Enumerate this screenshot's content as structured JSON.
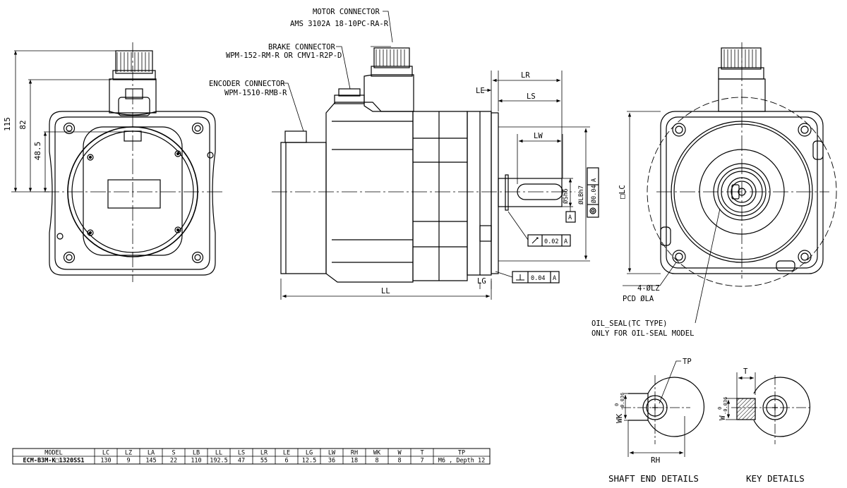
{
  "colors": {
    "line": "#000000",
    "background": "#ffffff"
  },
  "callouts": {
    "motor_connector": [
      "MOTOR CONNECTOR",
      "AMS 3102A 18-10PC-RA-R"
    ],
    "brake_connector": [
      "BRAKE CONNECTOR",
      "WPM-152-RM-R OR CMV1-R2P-D"
    ],
    "encoder_connector": [
      "ENCODER CONNECTOR",
      "WPM-1510-RMB-R"
    ],
    "oil_seal": [
      "OIL_SEAL(TC TYPE)",
      "ONLY FOR OIL-SEAL MODEL"
    ]
  },
  "dims": {
    "h115": "115",
    "h82": "82",
    "h48_5": "48.5",
    "LR": "LR",
    "LE": "LE",
    "LS": "LS",
    "LW": "LW",
    "LL": "LL",
    "LG": "LG",
    "S": "ØSh6",
    "LB": "ØLBh7",
    "LC": "□LC",
    "LZ": "4-ØLZ",
    "LA": "PCD ØLA",
    "TP": "TP",
    "T": "T",
    "RH": "RH",
    "WK": "WK",
    "WK_tol": "-0.036",
    "WK_tol0": "0",
    "W": "W",
    "W_tol": "-0.036",
    "W_tol0": "0"
  },
  "tolerances": {
    "runout": {
      "value": "0.02",
      "datum": "A"
    },
    "perpendicular": {
      "value": "0.04",
      "datum": "A"
    },
    "concentric": {
      "value": "Ø0.04",
      "datum": "A"
    },
    "datum_label": "A"
  },
  "captions": {
    "shaft_end": "SHAFT END DETAILS",
    "key": "KEY DETAILS"
  },
  "spec_table": {
    "headers": [
      "MODEL",
      "LC",
      "LZ",
      "LA",
      "S",
      "LB",
      "LL",
      "LS",
      "LR",
      "LE",
      "LG",
      "LW",
      "RH",
      "WK",
      "W",
      "T",
      "TP"
    ],
    "row": [
      "ECM-B3M-K□1320SS1",
      "130",
      "9",
      "145",
      "22",
      "110",
      "192.5",
      "47",
      "55",
      "6",
      "12.5",
      "36",
      "18",
      "8",
      "8",
      "7",
      "M6 , Depth 12"
    ]
  }
}
